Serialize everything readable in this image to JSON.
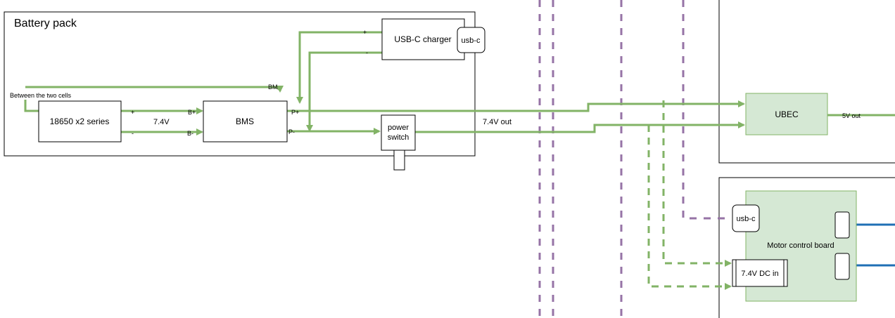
{
  "containers": {
    "battery_pack": "Battery pack"
  },
  "blocks": {
    "cells": "18650 x2 series",
    "bms": "BMS",
    "usb_c_charger": "USB-C charger",
    "usb_c_port_charger": "usb-c",
    "power_switch_line1": "power",
    "power_switch_line2": "switch",
    "ubec": "UBEC",
    "motor_board": "Motor control board",
    "usb_c_port_motor": "usb-c",
    "dc_in": "7.4V DC in"
  },
  "labels": {
    "between_cells": "Between the two cells",
    "bm": "BM",
    "plus": "+",
    "minus": "-",
    "b_plus": "B+",
    "b_minus": "B-",
    "p_plus": "P+",
    "p_minus": "P-",
    "v74": "7.4V",
    "v74_out": "7.4V out",
    "out_5v": "5V out",
    "charger_plus": "+",
    "charger_minus": "-"
  },
  "colors": {
    "power_line": "#82b366",
    "signal_dashed": "#9673a6",
    "data_line": "#1f6fb5",
    "block_fill_green": "#d5e8d4",
    "block_stroke_green": "#82b366",
    "block_stroke": "#000000"
  }
}
